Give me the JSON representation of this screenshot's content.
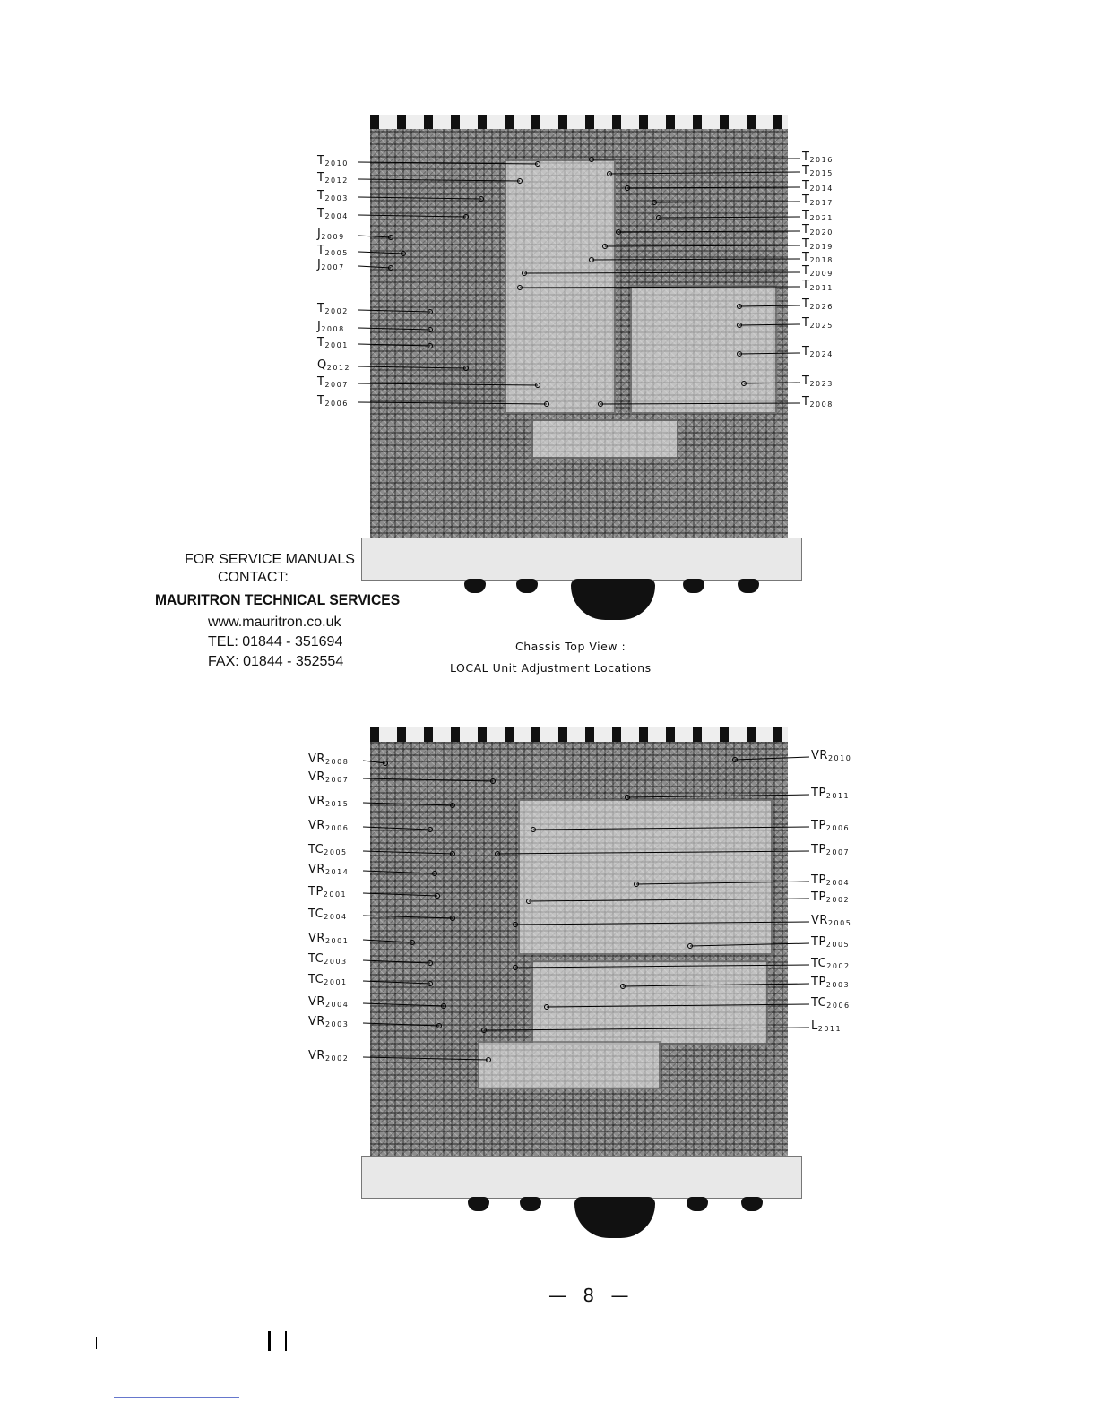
{
  "top_diagram": {
    "left_labels": [
      {
        "prefix": "T",
        "num": "2010"
      },
      {
        "prefix": "T",
        "num": "2012"
      },
      {
        "prefix": "T",
        "num": "2003"
      },
      {
        "prefix": "T",
        "num": "2004"
      },
      {
        "prefix": "J",
        "num": "2009"
      },
      {
        "prefix": "T",
        "num": "2005"
      },
      {
        "prefix": "J",
        "num": "2007"
      },
      {
        "prefix": "T",
        "num": "2002"
      },
      {
        "prefix": "J",
        "num": "2008"
      },
      {
        "prefix": "T",
        "num": "2001"
      },
      {
        "prefix": "Q",
        "num": "2012"
      },
      {
        "prefix": "T",
        "num": "2007"
      },
      {
        "prefix": "T",
        "num": "2006"
      }
    ],
    "right_labels": [
      {
        "prefix": "T",
        "num": "2016"
      },
      {
        "prefix": "T",
        "num": "2015"
      },
      {
        "prefix": "T",
        "num": "2014"
      },
      {
        "prefix": "T",
        "num": "2017"
      },
      {
        "prefix": "T",
        "num": "2021"
      },
      {
        "prefix": "T",
        "num": "2020"
      },
      {
        "prefix": "T",
        "num": "2019"
      },
      {
        "prefix": "T",
        "num": "2018"
      },
      {
        "prefix": "T",
        "num": "2009"
      },
      {
        "prefix": "T",
        "num": "2011"
      },
      {
        "prefix": "T",
        "num": "2026"
      },
      {
        "prefix": "T",
        "num": "2025"
      },
      {
        "prefix": "T",
        "num": "2024"
      },
      {
        "prefix": "T",
        "num": "2023"
      },
      {
        "prefix": "T",
        "num": "2008"
      }
    ],
    "caption_line1": "Chassis Top View :",
    "caption_line2": "LOCAL Unit Adjustment Locations"
  },
  "bottom_diagram": {
    "left_labels": [
      {
        "prefix": "VR",
        "num": "2008"
      },
      {
        "prefix": "VR",
        "num": "2007"
      },
      {
        "prefix": "VR",
        "num": "2015"
      },
      {
        "prefix": "VR",
        "num": "2006"
      },
      {
        "prefix": "TC",
        "num": "2005"
      },
      {
        "prefix": "VR",
        "num": "2014"
      },
      {
        "prefix": "TP",
        "num": "2001"
      },
      {
        "prefix": "TC",
        "num": "2004"
      },
      {
        "prefix": "VR",
        "num": "2001"
      },
      {
        "prefix": "TC",
        "num": "2003"
      },
      {
        "prefix": "TC",
        "num": "2001"
      },
      {
        "prefix": "VR",
        "num": "2004"
      },
      {
        "prefix": "VR",
        "num": "2003"
      },
      {
        "prefix": "VR",
        "num": "2002"
      }
    ],
    "right_labels": [
      {
        "prefix": "VR",
        "num": "2010"
      },
      {
        "prefix": "TP",
        "num": "2011"
      },
      {
        "prefix": "TP",
        "num": "2006"
      },
      {
        "prefix": "TP",
        "num": "2007"
      },
      {
        "prefix": "TP",
        "num": "2004"
      },
      {
        "prefix": "TP",
        "num": "2002"
      },
      {
        "prefix": "VR",
        "num": "2005"
      },
      {
        "prefix": "TP",
        "num": "2005"
      },
      {
        "prefix": "TC",
        "num": "2002"
      },
      {
        "prefix": "TP",
        "num": "2003"
      },
      {
        "prefix": "TC",
        "num": "2006"
      },
      {
        "prefix": "L",
        "num": "2011"
      }
    ]
  },
  "contact": {
    "line1": "FOR SERVICE MANUALS",
    "line2": "CONTACT:",
    "line3": "MAURITRON TECHNICAL SERVICES",
    "line4": "www.mauritron.co.uk",
    "line5": "TEL: 01844 - 351694",
    "line6": "FAX: 01844 - 352554"
  },
  "page_number": "— 8 —"
}
